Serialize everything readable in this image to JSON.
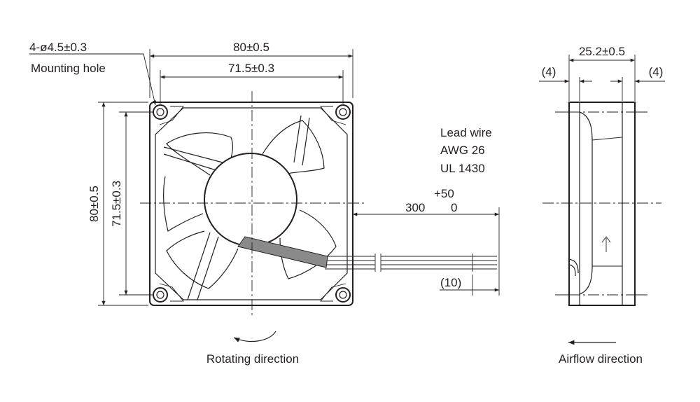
{
  "front_view": {
    "outer_width_dim": "80±0.5",
    "hole_pitch_width_dim": "71.5±0.3",
    "outer_height_dim": "80±0.5",
    "hole_pitch_height_dim": "71.5±0.3",
    "hole_callout": "4-ø4.5±0.3",
    "hole_label": "Mounting hole",
    "rotating_label": "Rotating direction"
  },
  "lead_wire": {
    "line1": "Lead wire",
    "line2": "AWG 26",
    "line3": "UL 1430",
    "length_value": "300",
    "tol_upper": "+50",
    "tol_lower": "0",
    "strip_length": "(10)"
  },
  "side_view": {
    "depth_dim": "25.2±0.5",
    "left_flange": "(4)",
    "right_flange": "(4)",
    "airflow_label": "Airflow direction"
  }
}
